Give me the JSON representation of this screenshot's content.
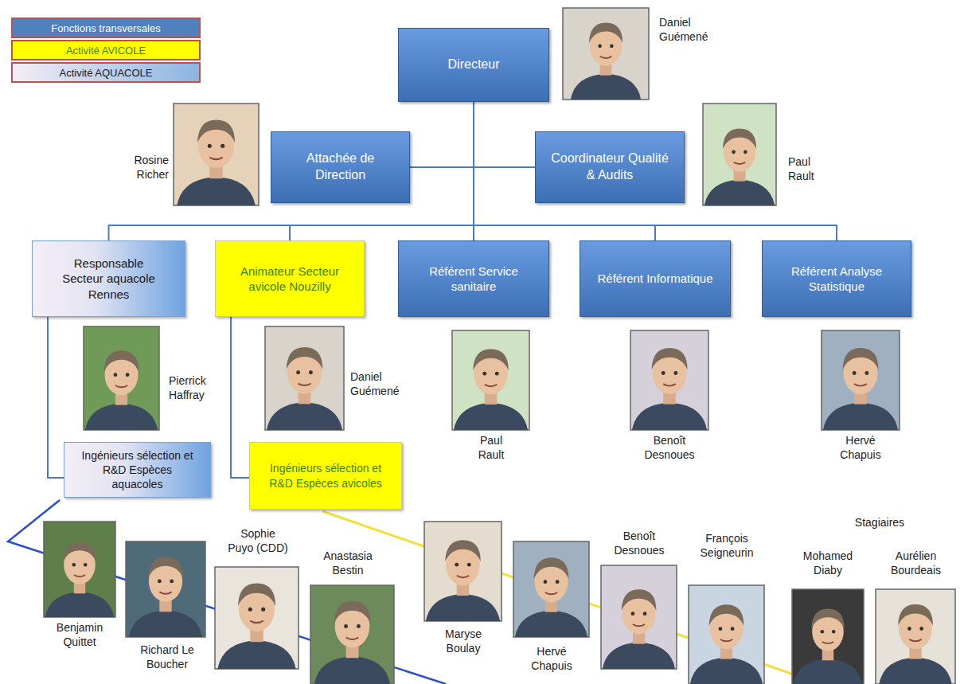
{
  "diagram": {
    "nodes": [
      {
        "text": [
          "Directeur"
        ]
      },
      {
        "text": [
          "Attachée de Direction"
        ]
      },
      {
        "text": [
          "Coordinateur Qualité & Audits"
        ]
      },
      {
        "text": [
          "Responsable Secteur aquacole Rennes"
        ]
      },
      {
        "text": [
          "Animateur Secteur avicole Nouzilly"
        ]
      },
      {
        "text": [
          "Référent Service sanitaire"
        ]
      },
      {
        "text": [
          "Référent Informatique"
        ]
      },
      {
        "text": [
          "Référent Analyse Statistique"
        ]
      },
      {
        "text": [
          "Ingénieurs sélection et R&D Espèces aquacoles"
        ]
      },
      {
        "text": [
          "Ingénieurs sélection et R&D Espèces avicoles"
        ]
      }
    ],
    "edges": [
      {
        "from": 0,
        "to": 1,
        "arrow": "none"
      },
      {
        "from": 0,
        "to": 2,
        "arrow": "none"
      },
      {
        "from": 0,
        "to": 3,
        "arrow": "none"
      },
      {
        "from": 0,
        "to": 4,
        "arrow": "none"
      },
      {
        "from": 0,
        "to": 5,
        "arrow": "none"
      },
      {
        "from": 0,
        "to": 6,
        "arrow": "none"
      },
      {
        "from": 0,
        "to": 7,
        "arrow": "none"
      },
      {
        "from": 3,
        "to": 8,
        "arrow": "none"
      },
      {
        "from": 4,
        "to": 9,
        "arrow": "none"
      }
    ],
    "labels": [
      "Daniel Guémené",
      "Rosine Richer",
      "Paul Rault",
      "Pierrick Haffray",
      "Daniel Guémené",
      "Paul Rault",
      "Benoît Desnoues",
      "Hervé Chapuis",
      "Stagiaires",
      "Sophie Puyo (CDD)",
      "Benoît Desnoues",
      "François Seigneurin",
      "Mohamed Diaby",
      "Aurélien Bourdeais",
      "Anastasia Bestin",
      "Maryse Boulay",
      "Benjamin Quittet",
      "Richard Le Boucher",
      "Hervé Chapuis"
    ],
    "legend": [
      {
        "text": "Fonctions transversales",
        "color": "#4f81bd"
      },
      {
        "text": "Activité AVICOLE",
        "color": "#ffff00"
      },
      {
        "text": "Activité AQUACOLE",
        "color": "#8db4e2"
      }
    ]
  }
}
